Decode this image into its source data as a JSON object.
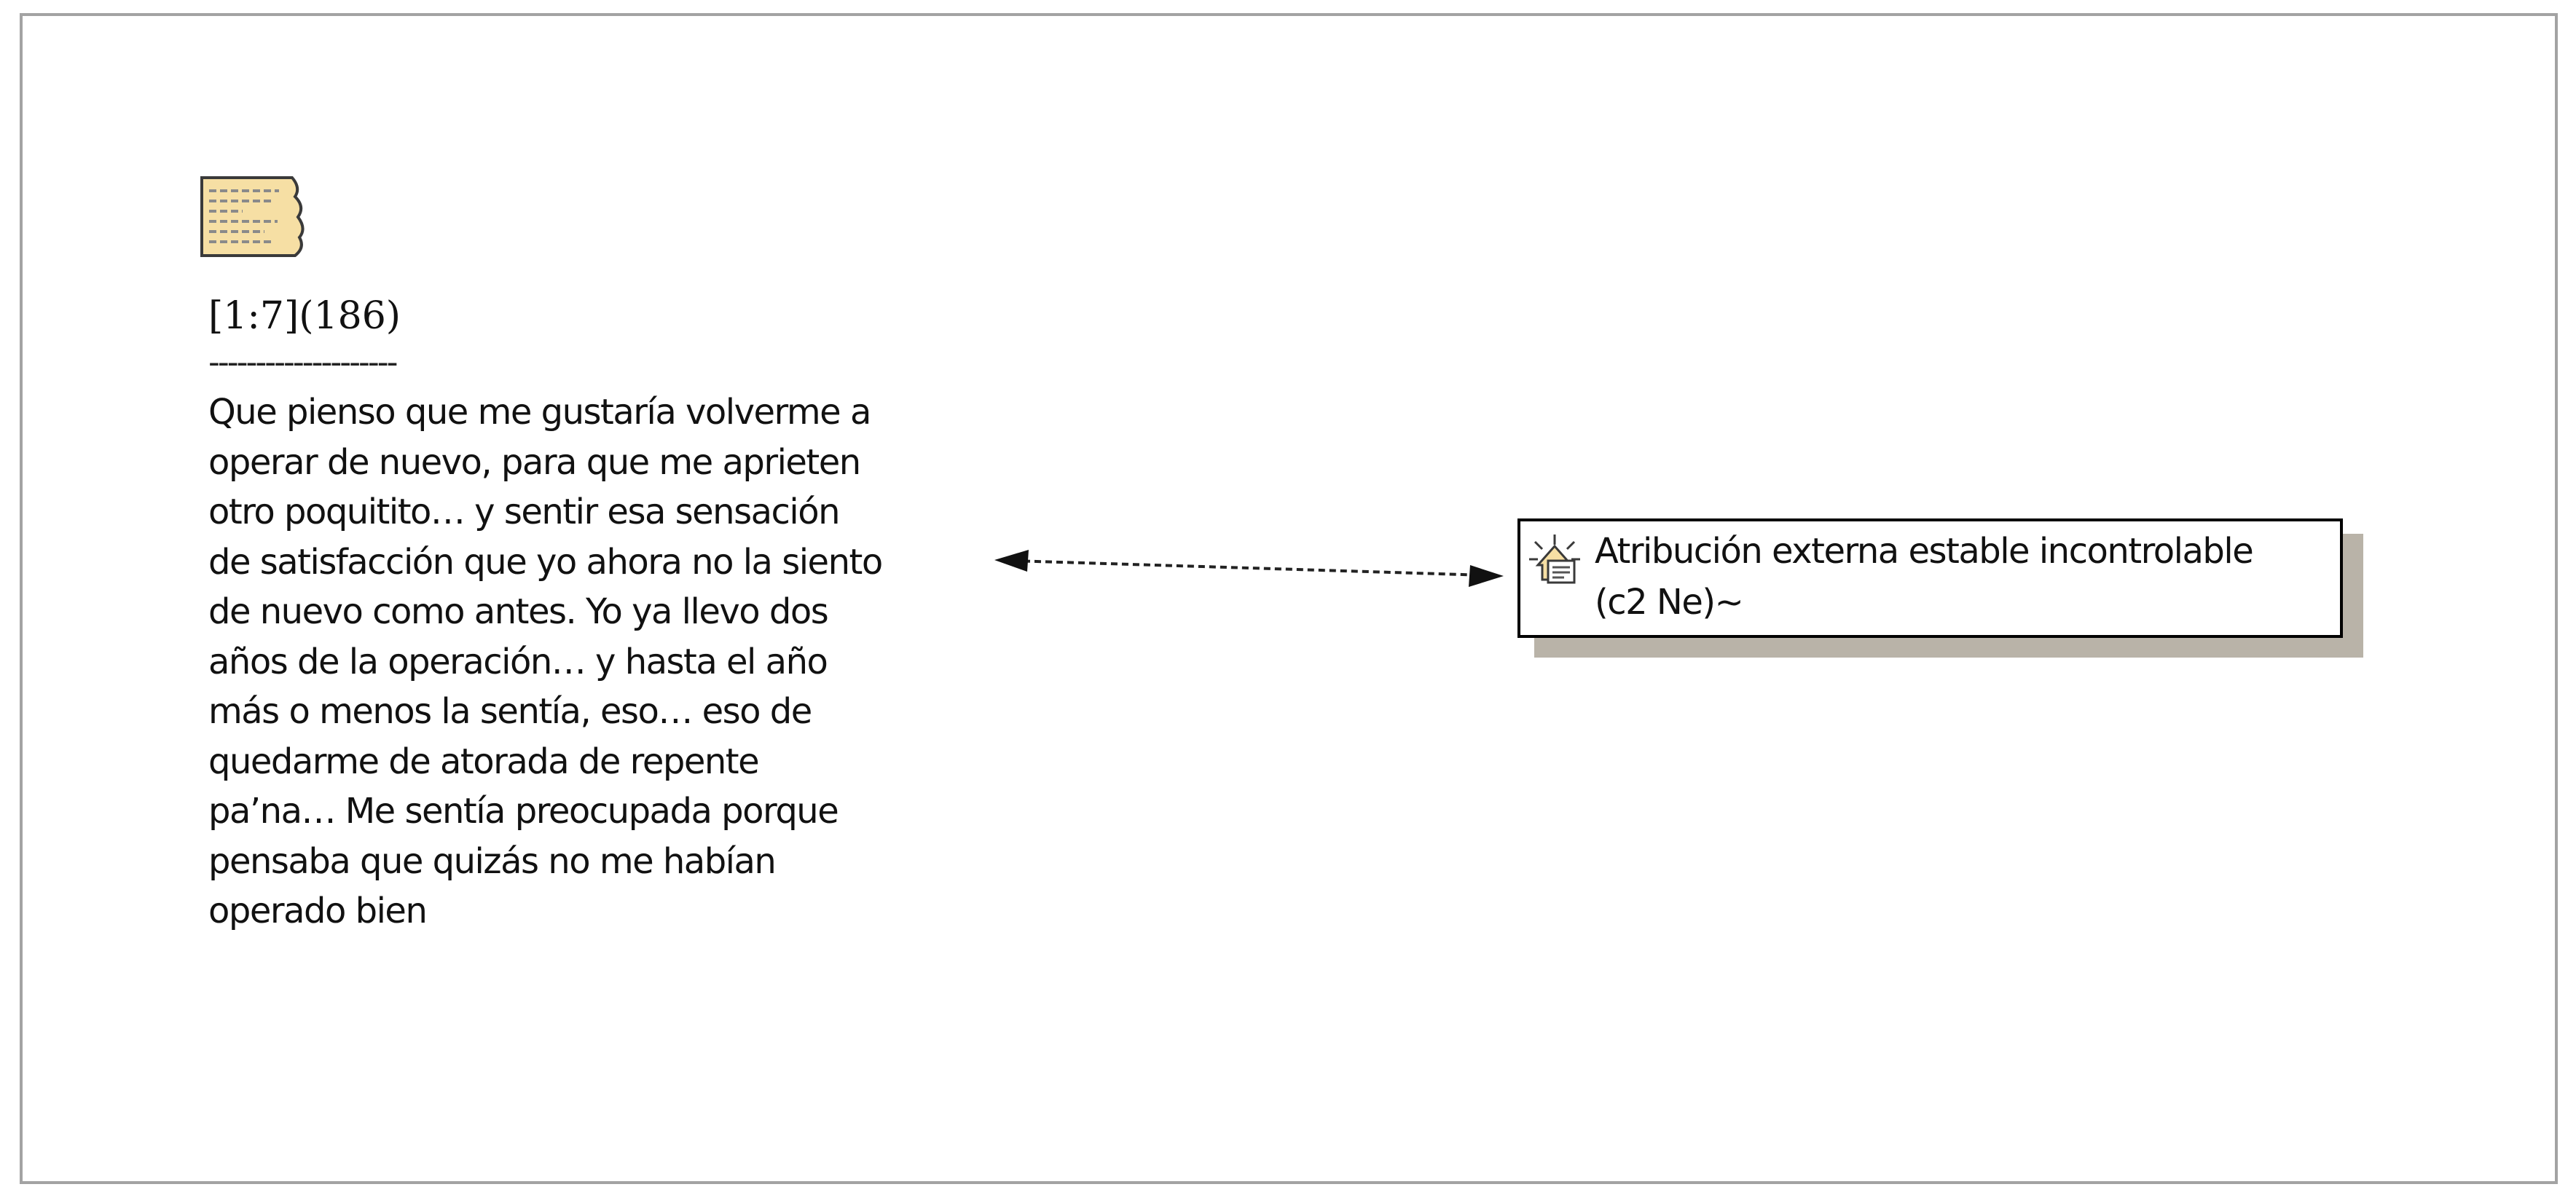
{
  "quotation": {
    "icon": "document-icon",
    "reference": "[1:7](186)",
    "separator": "--------------------",
    "text": "Que pienso que me gustaría volverme a\noperar de nuevo,  para que me aprieten\notro poquitito…  y sentir esa sensación\nde satisfacción que yo ahora no la siento\nde nuevo como antes.  Yo ya llevo dos\naños de la operación…  y hasta el año\nmás o menos la sentía,  eso… eso de\nquedarme de atorada de repente\npa’na… Me sentía preocupada porque\npensaba que quizás no me habían\noperado bien"
  },
  "code_node": {
    "icon": "code-icon",
    "label": "Atribución externa estable incontrolable\n(c2 Ne)~"
  },
  "link": {
    "style": "dashed",
    "direction": "bidirectional"
  },
  "colors": {
    "frame_border": "#a3a3a3",
    "node_shadow": "#b9b3a8",
    "icon_fill": "#f6dfa4",
    "icon_accent": "#d6a53a"
  }
}
